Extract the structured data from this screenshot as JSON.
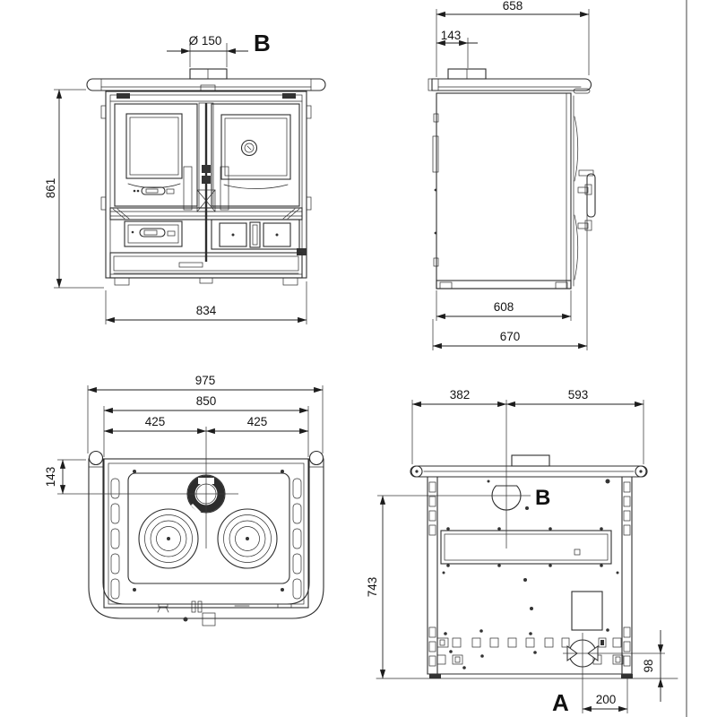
{
  "drawing_title": "stove-technical-drawing",
  "views": {
    "front": {
      "flue_diameter": "Ø 150",
      "view_label": "B",
      "height": "861",
      "width": "834"
    },
    "side": {
      "depth_top": "658",
      "flue_setback": "143",
      "depth_body": "608",
      "depth_overall": "670"
    },
    "top": {
      "width_overall": "975",
      "width_body": "850",
      "flue_left": "425",
      "flue_right": "425",
      "flue_setback": "143"
    },
    "rear": {
      "flue_from_left": "382",
      "flue_from_right": "593",
      "flue_height": "743",
      "flue_label": "B",
      "outlet_label": "A",
      "outlet_height": "98",
      "outlet_offset": "200"
    }
  }
}
